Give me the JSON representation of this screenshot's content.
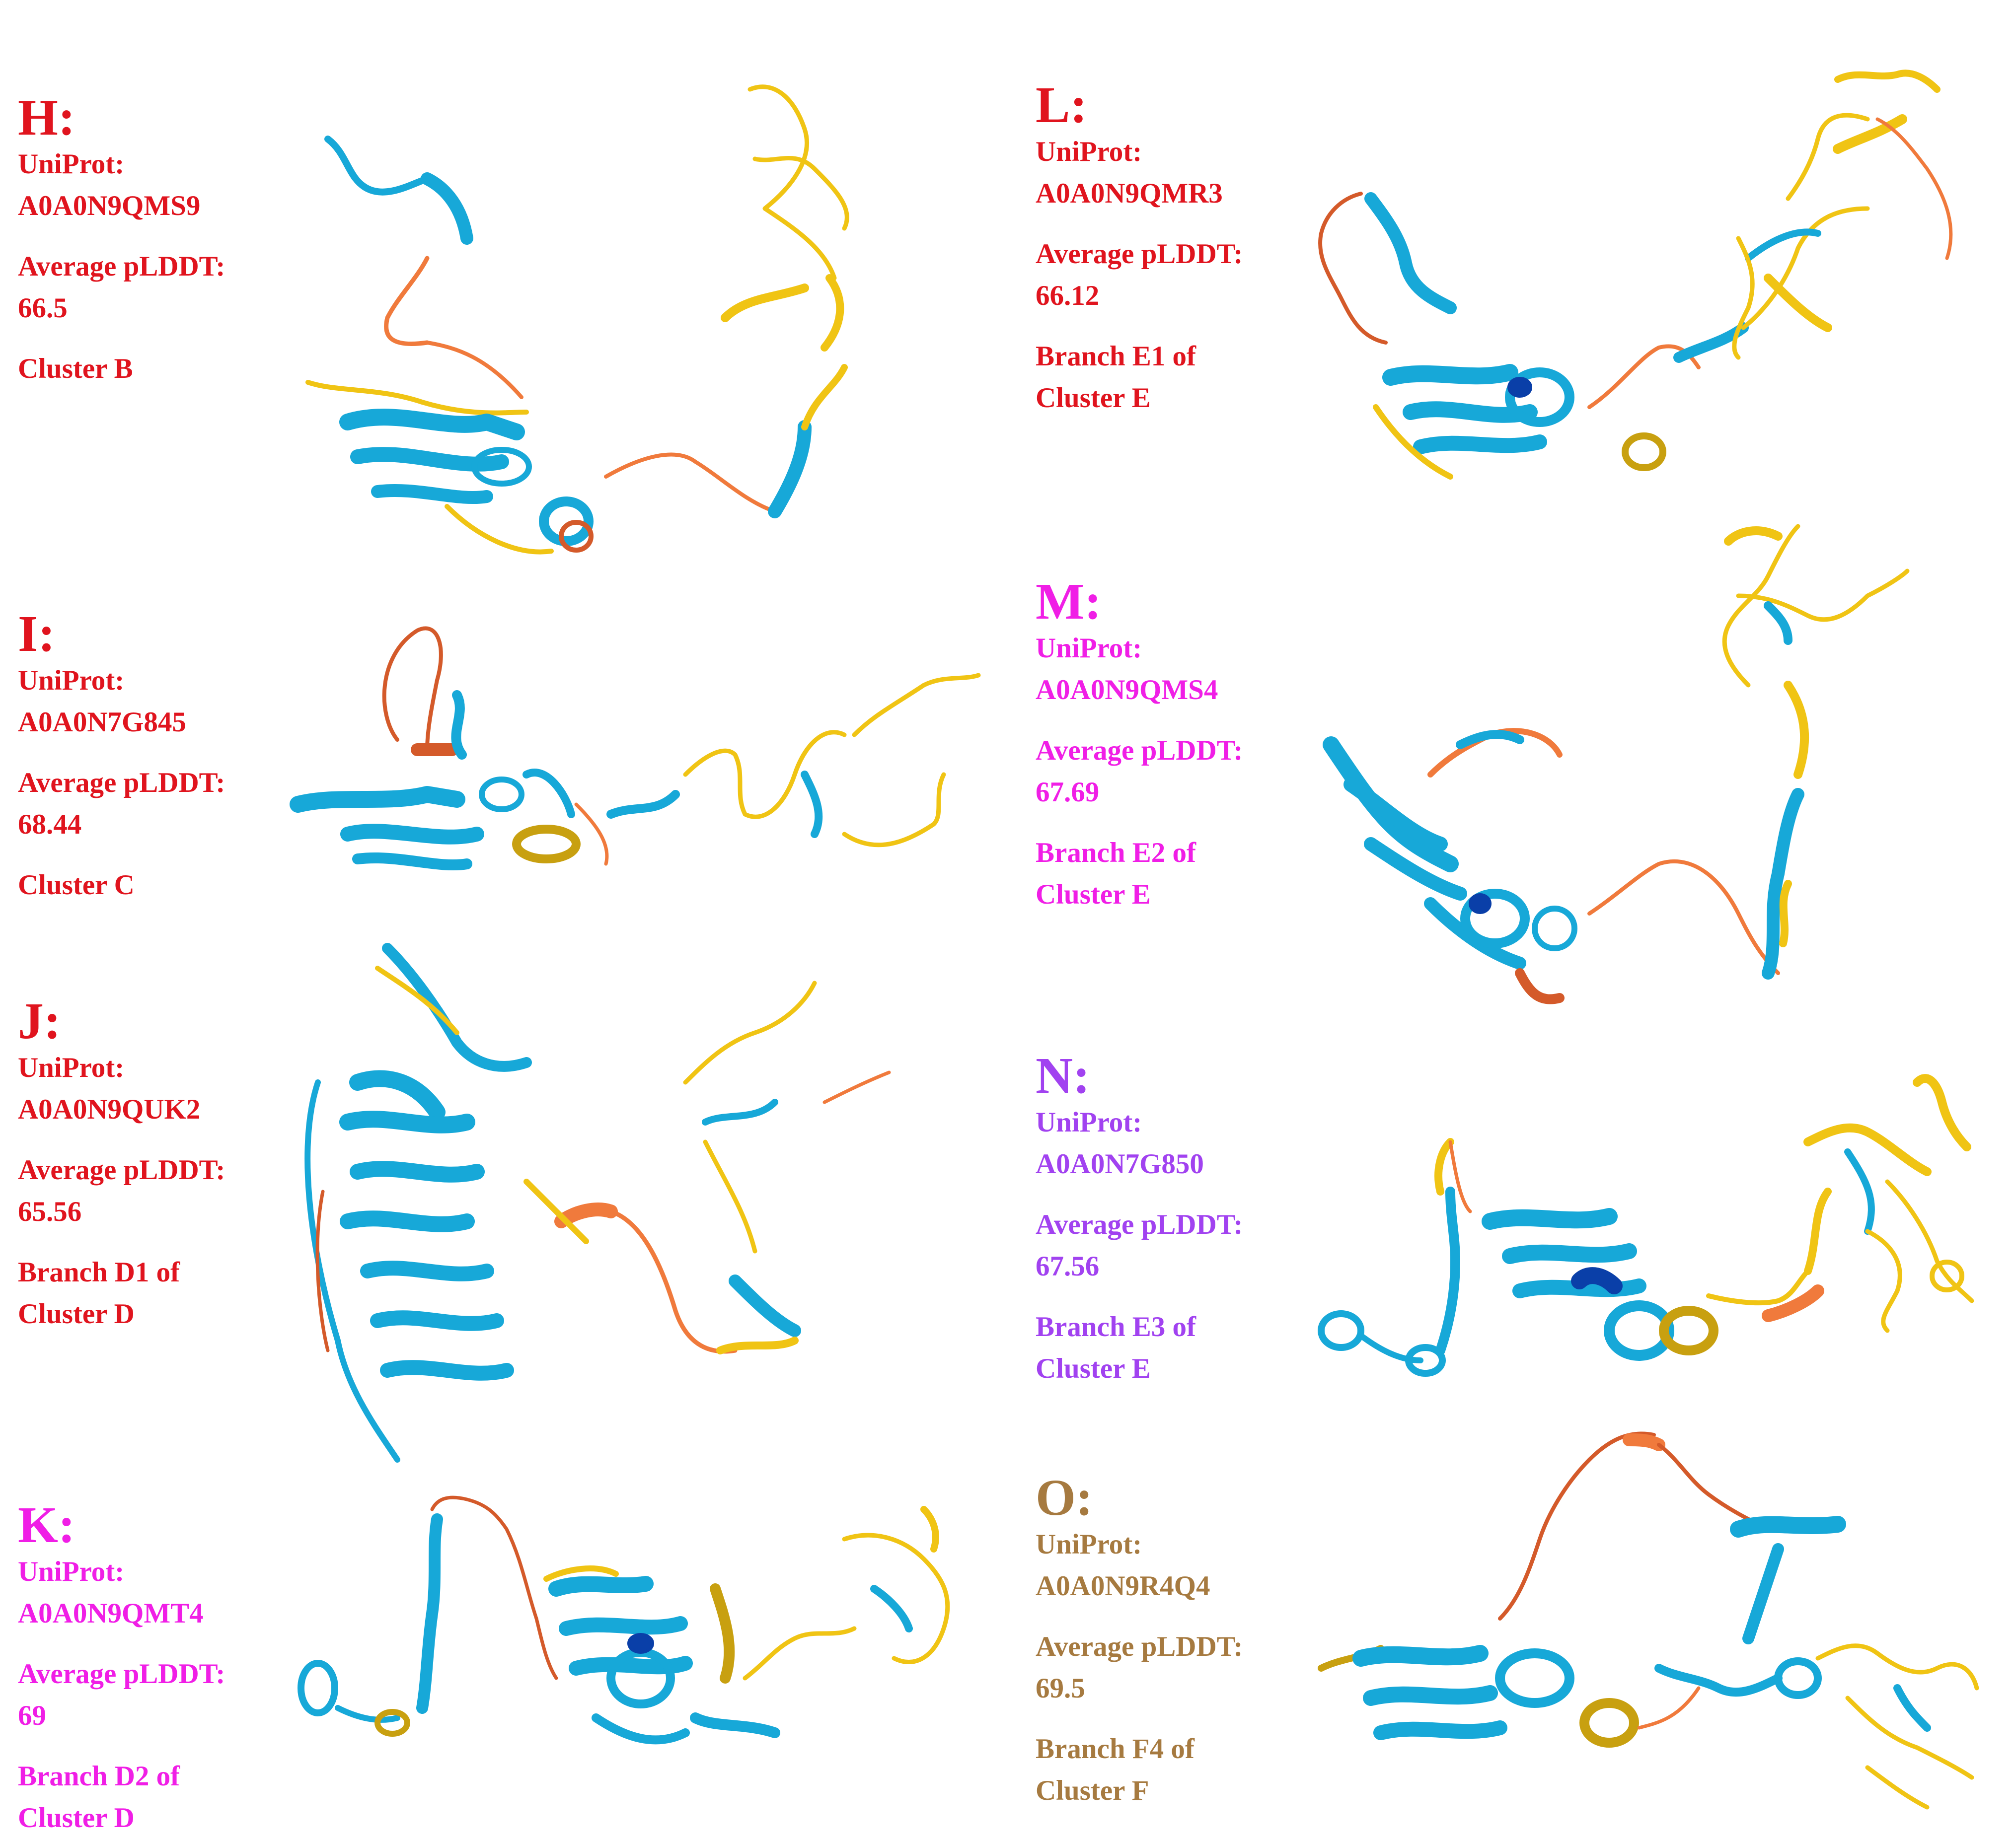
{
  "panels": [
    {
      "letter": "H:",
      "uniprot_label": "UniProt:",
      "uniprot_id": "A0A0N9QMS9",
      "plddt_label": "Average pLDDT:",
      "plddt_value": "66.5",
      "cluster_line1": "Cluster B",
      "cluster_line2": "",
      "color": "#e0141e"
    },
    {
      "letter": "I:",
      "uniprot_label": "UniProt:",
      "uniprot_id": "A0A0N7G845",
      "plddt_label": "Average pLDDT:",
      "plddt_value": "68.44",
      "cluster_line1": "Cluster C",
      "cluster_line2": "",
      "color": "#e0141e"
    },
    {
      "letter": "J:",
      "uniprot_label": "UniProt:",
      "uniprot_id": "A0A0N9QUK2",
      "plddt_label": "Average pLDDT:",
      "plddt_value": "65.56",
      "cluster_line1": "Branch D1 of",
      "cluster_line2": "Cluster D",
      "color": "#e0141e"
    },
    {
      "letter": "K:",
      "uniprot_label": "UniProt:",
      "uniprot_id": "A0A0N9QMT4",
      "plddt_label": "Average pLDDT:",
      "plddt_value": "69",
      "cluster_line1": "Branch D2 of",
      "cluster_line2": "Cluster D",
      "color": "#f01ee6"
    },
    {
      "letter": "L:",
      "uniprot_label": "UniProt:",
      "uniprot_id": "A0A0N9QMR3",
      "plddt_label": "Average pLDDT:",
      "plddt_value": "66.12",
      "cluster_line1": "Branch E1 of",
      "cluster_line2": "Cluster E",
      "color": "#e0141e"
    },
    {
      "letter": "M:",
      "uniprot_label": "UniProt:",
      "uniprot_id": "A0A0N9QMS4",
      "plddt_label": "Average pLDDT:",
      "plddt_value": "67.69",
      "cluster_line1": "Branch E2 of",
      "cluster_line2": "Cluster E",
      "color": "#f01ee6"
    },
    {
      "letter": "N:",
      "uniprot_label": "UniProt:",
      "uniprot_id": "A0A0N7G850",
      "plddt_label": "Average pLDDT:",
      "plddt_value": "67.56",
      "cluster_line1": "Branch E3 of",
      "cluster_line2": "Cluster E",
      "color": "#a142f0"
    },
    {
      "letter": "O:",
      "uniprot_label": "UniProt:",
      "uniprot_id": "A0A0N9R4Q4",
      "plddt_label": "Average pLDDT:",
      "plddt_value": "69.5",
      "cluster_line1": "Branch F4 of",
      "cluster_line2": "Cluster F",
      "color": "#a67a40"
    }
  ],
  "structure_colors": {
    "very_high": "#0a3fa8",
    "confident": "#17a8d8",
    "low": "#f0c414",
    "very_low": "#f07a3c"
  }
}
